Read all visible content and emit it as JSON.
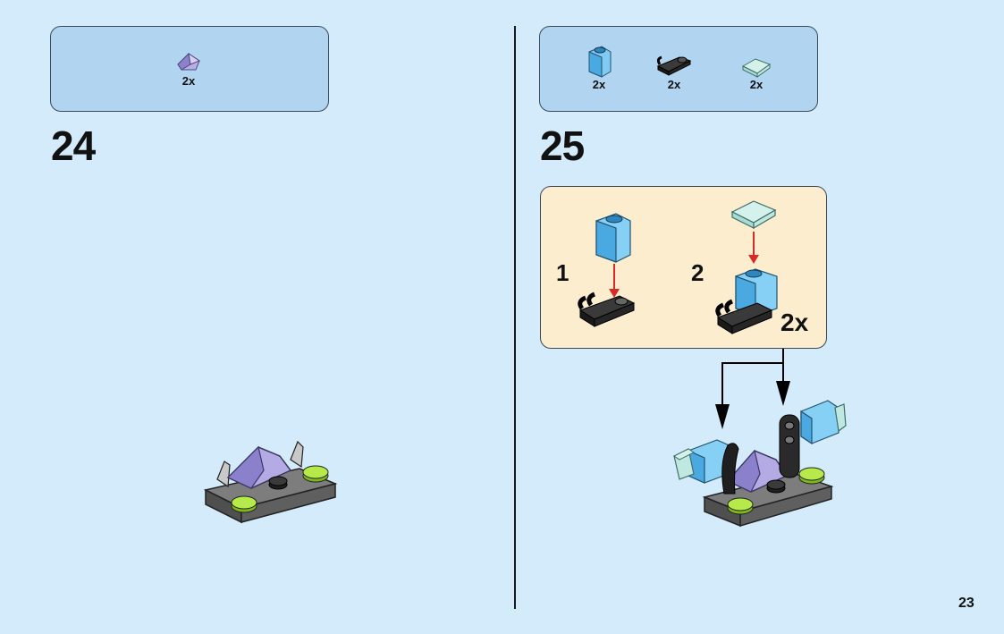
{
  "step24": {
    "number": "24",
    "parts": [
      {
        "icon": "trans-purple-slope-icon",
        "qty": "2x"
      }
    ]
  },
  "step25": {
    "number": "25",
    "parts": [
      {
        "icon": "trans-blue-brick-icon",
        "qty": "2x"
      },
      {
        "icon": "black-bar-holder-icon",
        "qty": "2x"
      },
      {
        "icon": "trans-clear-slope-icon",
        "qty": "2x"
      }
    ],
    "substeps": [
      {
        "label": "1"
      },
      {
        "label": "2"
      }
    ],
    "multiplier": "2x"
  },
  "page_number": "23",
  "colors": {
    "background": "#d3ebfa",
    "parts_box": "#b1d5f1",
    "substep_box": "#fcedce",
    "arrow_red": "#d92a2a",
    "lime": "#a6e22e",
    "trans_blue": "#5bb8ec",
    "trans_purple": "#9f95d8"
  }
}
